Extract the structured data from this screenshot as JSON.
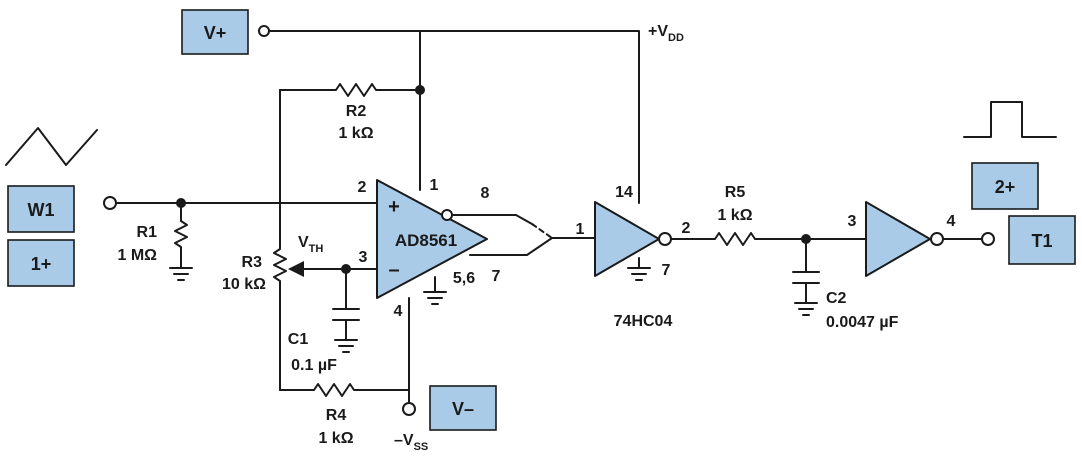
{
  "terminals": {
    "vplus": "V+",
    "vminus": "V–",
    "w1": "W1",
    "one_plus": "1+",
    "two_plus": "2+",
    "t1": "T1"
  },
  "supplies": {
    "vdd_prefix": "+V",
    "vdd_sub": "DD",
    "vss_prefix": "–V",
    "vss_sub": "SS"
  },
  "components": {
    "opamp": "AD8561",
    "inverter_part": "74HC04",
    "r1_name": "R1",
    "r1_value": "1 MΩ",
    "r2_name": "R2",
    "r2_value": "1 kΩ",
    "r3_name": "R3",
    "r3_value": "10 kΩ",
    "r4_name": "R4",
    "r4_value": "1 kΩ",
    "r5_name": "R5",
    "r5_value": "1 kΩ",
    "c1_name": "C1",
    "c1_value": "0.1 µF",
    "c2_name": "C2",
    "c2_value": "0.0047 µF",
    "vth_prefix": "V",
    "vth_sub": "TH"
  },
  "pins": {
    "op_in_plus": "2",
    "op_in_minus": "3",
    "op_vdd": "1",
    "op_vss": "4",
    "op_gnd": "5,6",
    "op_out": "8",
    "op_out_b": "7",
    "inv1_in": "1",
    "inv1_vdd": "14",
    "inv1_out": "2",
    "inv1_gnd": "7",
    "inv2_in": "3",
    "inv2_out": "4"
  },
  "signs": {
    "plus": "+",
    "minus": "–"
  },
  "waveforms": {
    "input": "triangle",
    "output": "pulse"
  }
}
